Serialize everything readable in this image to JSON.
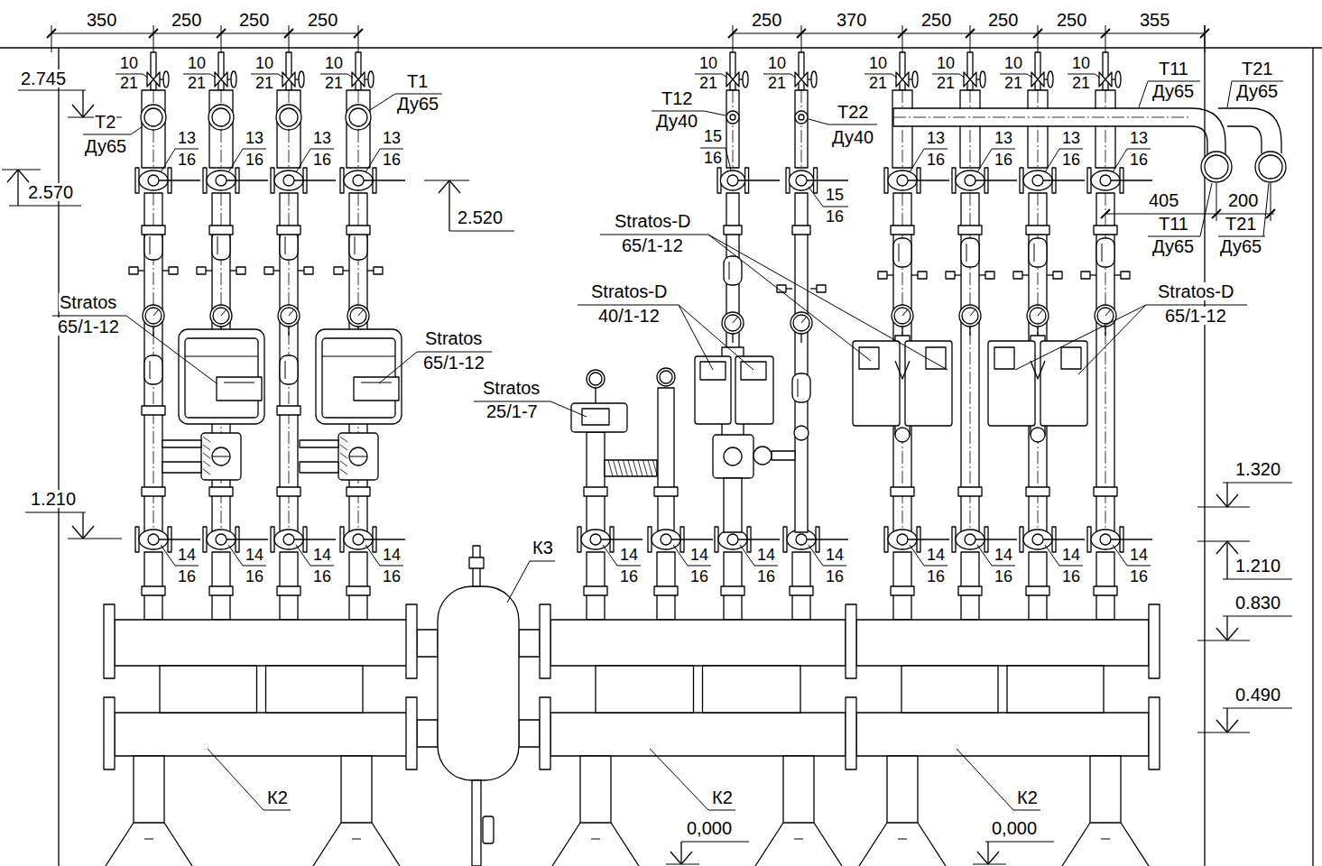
{
  "diagram": {
    "labels": [
      "350",
      "250",
      "250",
      "250",
      "250",
      "370",
      "250",
      "250",
      "250",
      "355",
      "10",
      "21",
      "10",
      "21",
      "10",
      "21",
      "10",
      "21",
      "10",
      "21",
      "10",
      "21",
      "10",
      "21",
      "10",
      "21",
      "10",
      "21",
      "10",
      "21",
      "2.745",
      "Т2",
      "Ду65",
      "Т1",
      "Ду65",
      "2.570",
      "2.520",
      "Т12",
      "Ду40",
      "Т22",
      "Ду40",
      "Т11",
      "Ду65",
      "Т21",
      "Ду65",
      "405",
      "200",
      "Т11",
      "Ду65",
      "Т21",
      "Ду65",
      "13",
      "16",
      "13",
      "16",
      "13",
      "16",
      "13",
      "16",
      "13",
      "16",
      "13",
      "16",
      "13",
      "16",
      "13",
      "16",
      "15",
      "16",
      "15",
      "16",
      "Stratos",
      "65/1-12",
      "Stratos",
      "65/1-12",
      "Stratos-D",
      "65/1-12",
      "Stratos-D",
      "40/1-12",
      "Stratos",
      "25/1-7",
      "Stratos-D",
      "65/1-12",
      "1.210",
      "1.320",
      "1.210",
      "0.830",
      "0.490",
      "14",
      "16",
      "14",
      "16",
      "14",
      "16",
      "14",
      "16",
      "14",
      "16",
      "14",
      "16",
      "14",
      "16",
      "14",
      "16",
      "14",
      "16",
      "14",
      "16",
      "14",
      "16",
      "14",
      "16",
      "К3",
      "К2",
      "К2",
      "К2",
      "0,000",
      "0,000"
    ]
  }
}
